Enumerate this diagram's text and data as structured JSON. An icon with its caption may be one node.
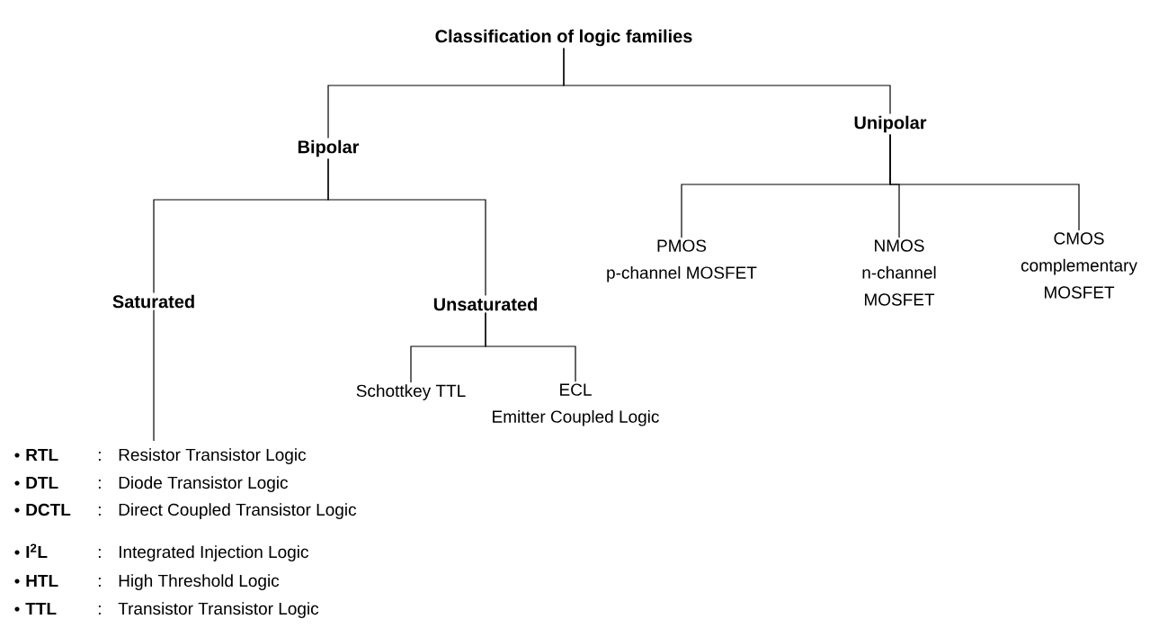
{
  "diagram": {
    "nodes": [
      {
        "text": [
          "Classification of  logic families"
        ]
      },
      {
        "text": [
          "Bipolar"
        ]
      },
      {
        "text": [
          "Unipolar"
        ]
      },
      {
        "text": [
          "Saturated"
        ]
      },
      {
        "text": [
          "Unsaturated"
        ]
      },
      {
        "text": [
          "PMOS",
          "p-channel MOSFET"
        ]
      },
      {
        "text": [
          "NMOS",
          "n-channel MOSFET"
        ]
      },
      {
        "text": [
          "CMOS",
          "complementary MOSFET"
        ]
      },
      {
        "text": [
          "Schottkey TTL"
        ]
      },
      {
        "text": [
          "ECL",
          "Emitter Coupled Logic"
        ]
      },
      {
        "text": [
          "RTL",
          ":",
          "Resistor Transistor Logic",
          "DTL",
          ":",
          "Diode Transistor Logic",
          "DCTL",
          ":",
          "Direct Coupled Transistor Logic",
          "I$^{2}$L",
          ":",
          "Integrated Injection Logic",
          "HTL",
          ":",
          "High Threshold Logic",
          "TTL",
          ":",
          "Transistor Transistor Logic"
        ]
      }
    ],
    "edges": [
      {
        "from": 0,
        "to": 1,
        "arrow": "none"
      },
      {
        "from": 0,
        "to": 2,
        "arrow": "none"
      },
      {
        "from": 1,
        "to": 3,
        "arrow": "none"
      },
      {
        "from": 1,
        "to": 4,
        "arrow": "none"
      },
      {
        "from": 2,
        "to": 5,
        "arrow": "none"
      },
      {
        "from": 2,
        "to": 6,
        "arrow": "none"
      },
      {
        "from": 2,
        "to": 7,
        "arrow": "none"
      },
      {
        "from": 4,
        "to": 8,
        "arrow": "none"
      },
      {
        "from": 4,
        "to": 9,
        "arrow": "none"
      },
      {
        "from": 3,
        "to": 10,
        "arrow": "none"
      }
    ]
  }
}
